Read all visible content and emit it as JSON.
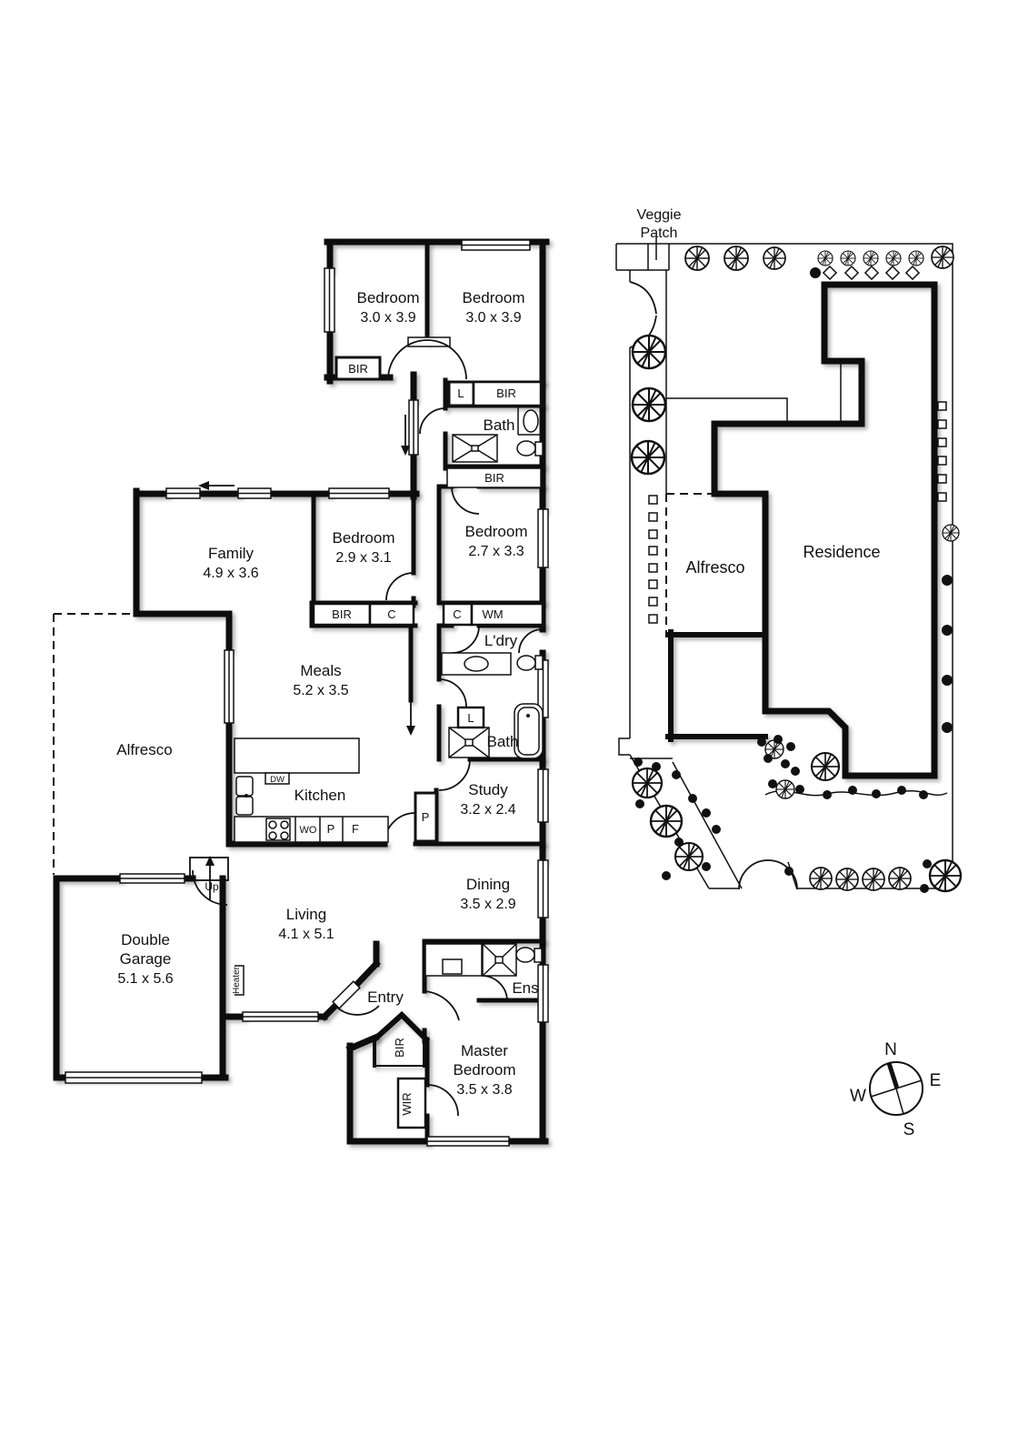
{
  "floor_plan": {
    "rooms": {
      "bedroom_top_left": {
        "name": "Bedroom",
        "dims": "3.0 x 3.9"
      },
      "bedroom_top_right": {
        "name": "Bedroom",
        "dims": "3.0 x 3.9"
      },
      "bedroom_mid": {
        "name": "Bedroom",
        "dims": "2.9 x 3.1"
      },
      "bedroom_right": {
        "name": "Bedroom",
        "dims": "2.7 x 3.3"
      },
      "family": {
        "name": "Family",
        "dims": "4.9 x 3.6"
      },
      "meals": {
        "name": "Meals",
        "dims": "5.2 x 3.5"
      },
      "alfresco": {
        "name": "Alfresco"
      },
      "kitchen": {
        "name": "Kitchen"
      },
      "study": {
        "name": "Study",
        "dims": "3.2 x 2.4"
      },
      "dining": {
        "name": "Dining",
        "dims": "3.5 x 2.9"
      },
      "living": {
        "name": "Living",
        "dims": "4.1 x 5.1"
      },
      "garage": {
        "name_line1": "Double",
        "name_line2": "Garage",
        "dims": "5.1 x 5.6"
      },
      "master": {
        "name_line1": "Master",
        "name_line2": "Bedroom",
        "dims": "3.5 x 3.8"
      },
      "bath": "Bath",
      "bath2": "Bath",
      "laundry": "L'dry",
      "ensuite": "Ens",
      "entry": "Entry"
    },
    "labels": {
      "bir": "BIR",
      "wir": "WIR",
      "linen": "L",
      "cupboard": "C",
      "wm": "WM",
      "dw": "DW",
      "wo": "WO",
      "pantry": "P",
      "fridge": "F",
      "up": "Up",
      "heater": "Heater"
    }
  },
  "site_plan": {
    "veggie_patch_line1": "Veggie",
    "veggie_patch_line2": "Patch",
    "alfresco": "Alfresco",
    "residence": "Residence"
  },
  "compass": {
    "north": "N",
    "east": "E",
    "south": "S",
    "west": "W"
  },
  "colors": {
    "ink": "#111111",
    "paper": "#ffffff"
  }
}
